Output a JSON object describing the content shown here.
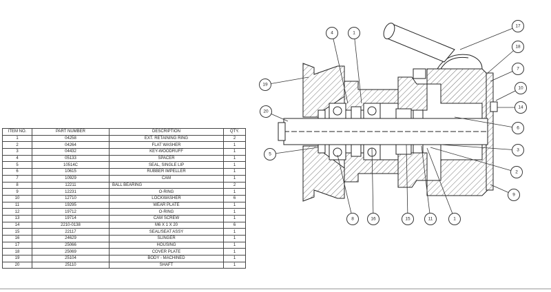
{
  "table": {
    "headers": {
      "item": "ITEM NO.",
      "part": "PART NUMBER",
      "desc": "DESCRIPTION",
      "qty": "QTY."
    },
    "rows": [
      {
        "item": "1",
        "part": "04258",
        "desc": "EXT. RETAINING RING",
        "qty": "2"
      },
      {
        "item": "2",
        "part": "04264",
        "desc": "FLAT WASHER",
        "qty": "1"
      },
      {
        "item": "3",
        "part": "04432",
        "desc": "KEY-WOODRUFF",
        "qty": "1"
      },
      {
        "item": "4",
        "part": "05133",
        "desc": "SPACER",
        "qty": "1"
      },
      {
        "item": "5",
        "part": "10514C",
        "desc": "SEAL, SINGLE LIP",
        "qty": "1"
      },
      {
        "item": "6",
        "part": "10615",
        "desc": "RUBBER IMPELLER",
        "qty": "1"
      },
      {
        "item": "7",
        "part": "10929",
        "desc": "CAM",
        "qty": "1"
      },
      {
        "item": "8",
        "part": "12211",
        "desc": "BALL BEARING",
        "qty": "2"
      },
      {
        "item": "9",
        "part": "12231",
        "desc": "O-RING",
        "qty": "1"
      },
      {
        "item": "10",
        "part": "12710",
        "desc": "LOCKWASHER",
        "qty": "6"
      },
      {
        "item": "11",
        "part": "19295",
        "desc": "WEAR PLATE",
        "qty": "1"
      },
      {
        "item": "12",
        "part": "19712",
        "desc": "O-RING",
        "qty": "1"
      },
      {
        "item": "13",
        "part": "19714",
        "desc": "CAM SCREW",
        "qty": "1"
      },
      {
        "item": "14",
        "part": "2210-0138",
        "desc": "M6 X 1 X 20",
        "qty": "6"
      },
      {
        "item": "15",
        "part": "22117",
        "desc": "SEAL/SEAT ASSY",
        "qty": "1"
      },
      {
        "item": "16",
        "part": "24629",
        "desc": "SLINGER",
        "qty": "1"
      },
      {
        "item": "17",
        "part": "25066",
        "desc": "HOUSING",
        "qty": "1"
      },
      {
        "item": "18",
        "part": "25069",
        "desc": "COVER PLATE",
        "qty": "1"
      },
      {
        "item": "19",
        "part": "25104",
        "desc": "BODY - MACHINED",
        "qty": "1"
      },
      {
        "item": "20",
        "part": "25110",
        "desc": "SHAFT",
        "qty": "1"
      }
    ]
  },
  "callouts": [
    "17",
    "4",
    "1",
    "18",
    "7",
    "19",
    "10",
    "20",
    "14",
    "6",
    "5",
    "3",
    "2",
    "9",
    "8",
    "16",
    "15",
    "11",
    "1"
  ]
}
